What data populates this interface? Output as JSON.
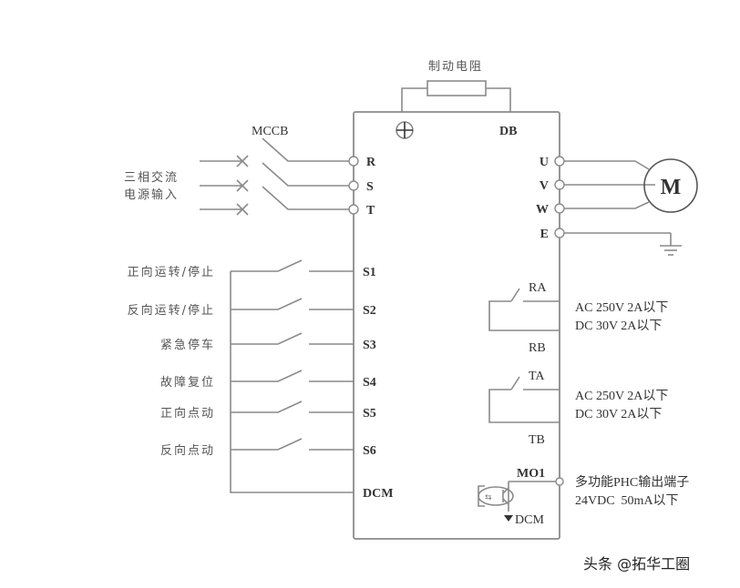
{
  "diagram": {
    "brake_resistor_label": "制动电阻",
    "dc_plus_terminal_label": "⊕",
    "db_terminal_label": "DB",
    "mccb_label": "MCCB",
    "power_input_label_line1": "三相交流",
    "power_input_label_line2": "电源输入",
    "input_terminals": [
      "R",
      "S",
      "T"
    ],
    "output_terminals": [
      "U",
      "V",
      "W",
      "E"
    ],
    "motor_label": "M",
    "digital_inputs": [
      {
        "terminal": "S1",
        "function": "正向运转/停止"
      },
      {
        "terminal": "S2",
        "function": "反向运转/停止"
      },
      {
        "terminal": "S3",
        "function": "紧急停车"
      },
      {
        "terminal": "S4",
        "function": "故障复位"
      },
      {
        "terminal": "S5",
        "function": "正向点动"
      },
      {
        "terminal": "S6",
        "function": "反向点动"
      }
    ],
    "common_terminal": "DCM",
    "relay_outputs": [
      {
        "contact_a": "RA",
        "contact_b": "RB",
        "rating_line1": "AC 250V 2A以下",
        "rating_line2": "DC 30V 2A以下"
      },
      {
        "contact_a": "TA",
        "contact_b": "TB",
        "rating_line1": "AC 250V 2A以下",
        "rating_line2": "DC 30V 2A以下"
      }
    ],
    "multifunction_output": {
      "terminal": "MO1",
      "description_line1": "多功能PHC输出端子",
      "description_line2": "24VDC  50mA以下",
      "ground_label": "DCM"
    }
  },
  "watermark": "头条 @拓华工圈",
  "colors": {
    "line": "#8a8a8a",
    "text": "#333333",
    "background": "#ffffff"
  }
}
